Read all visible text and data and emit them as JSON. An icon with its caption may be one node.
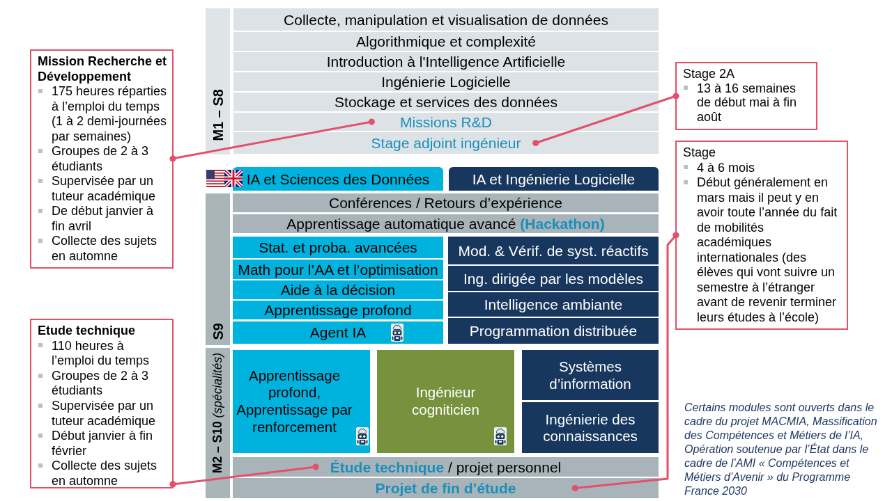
{
  "diagram": {
    "nodes": [
      {
        "text": [
          "M1 – S8"
        ]
      },
      {
        "text": [
          "Collecte, manipulation et visualisation de données"
        ]
      },
      {
        "text": [
          "Algorithmique et complexité"
        ]
      },
      {
        "text": [
          "Introduction à l'Intelligence Artificielle"
        ]
      },
      {
        "text": [
          "Ingénierie Logicielle"
        ]
      },
      {
        "text": [
          "Stockage et services des données"
        ]
      },
      {
        "text": [
          "Missions R&D"
        ]
      },
      {
        "text": [
          "Stage adjoint ingénieur"
        ]
      },
      {
        "text": [
          "IA et Sciences des Données"
        ]
      },
      {
        "text": [
          "IA et Ingénierie Logicielle"
        ]
      },
      {
        "text": [
          "S9"
        ]
      },
      {
        "text": [
          "Conférences / Retours d’expérience"
        ]
      },
      {
        "text": [
          "Apprentissage automatique avancé **(Hackathon)**"
        ]
      },
      {
        "text": [
          "Stat. et proba. avancées"
        ]
      },
      {
        "text": [
          "Math pour l’AA et l’optimisation"
        ]
      },
      {
        "text": [
          "Aide à la décision"
        ]
      },
      {
        "text": [
          "Apprentissage profond"
        ]
      },
      {
        "text": [
          "Agent IA"
        ]
      },
      {
        "text": [
          "Mod. & Vérif. de syst. réactifs"
        ]
      },
      {
        "text": [
          "Ing. dirigée par les modèles"
        ]
      },
      {
        "text": [
          "Intelligence ambiante"
        ]
      },
      {
        "text": [
          "Programmation distribuée"
        ]
      },
      {
        "text": [
          "**M2 – S10** *(spécialités)*"
        ]
      },
      {
        "text": [
          "Apprentissage profond, Apprentissage par renforcement"
        ]
      },
      {
        "text": [
          "Ingénieur cogniticien"
        ]
      },
      {
        "text": [
          "Systèmes d’information"
        ]
      },
      {
        "text": [
          "Ingénierie des connaissances"
        ]
      },
      {
        "text": [
          "**Étude technique** / projet personnel"
        ]
      },
      {
        "text": [
          "Projet de fin d’étude"
        ]
      },
      {
        "text": [
          "Mission Recherche et Développement",
          "175 heures réparties à l’emploi du temps (1 à 2 demi-journées par semaines)",
          "Groupes de 2 à 3 étudiants",
          "Supervisée par un tuteur académique",
          "De début janvier à fin avril",
          "Collecte des sujets en automne"
        ]
      },
      {
        "text": [
          "Etude technique",
          "110 heures à l’emploi du temps",
          "Groupes de 2 à 3 étudiants",
          "Supervisée par un tuteur académique",
          "Début janvier à fin février",
          "Collecte des sujets en automne"
        ]
      },
      {
        "text": [
          "Stage 2A",
          "13 à 16 semaines de début mai à fin août"
        ]
      },
      {
        "text": [
          "Stage",
          "4 à 6 mois",
          "Début généralement en mars mais il peut y en avoir toute l’année du fait de mobilités académiques internationales (des élèves qui vont suivre un semestre à l’étranger avant de revenir terminer leurs études à l’école)"
        ]
      }
    ],
    "edges": [
      {
        "from": 29,
        "to": 6,
        "arrow": "other"
      },
      {
        "from": 30,
        "to": 27,
        "arrow": "other"
      },
      {
        "from": 31,
        "to": 7,
        "arrow": "other"
      },
      {
        "from": 32,
        "to": 28,
        "arrow": "other"
      }
    ],
    "labels": [
      "Certains modules sont ouverts dans le cadre du projet MACMIA, Massification des Compétences et Métiers de l’IA, Opération soutenue par l’État dans le cadre de l’AMI « Compétences et Métiers d’Avenir » du Programme France 2030"
    ]
  }
}
